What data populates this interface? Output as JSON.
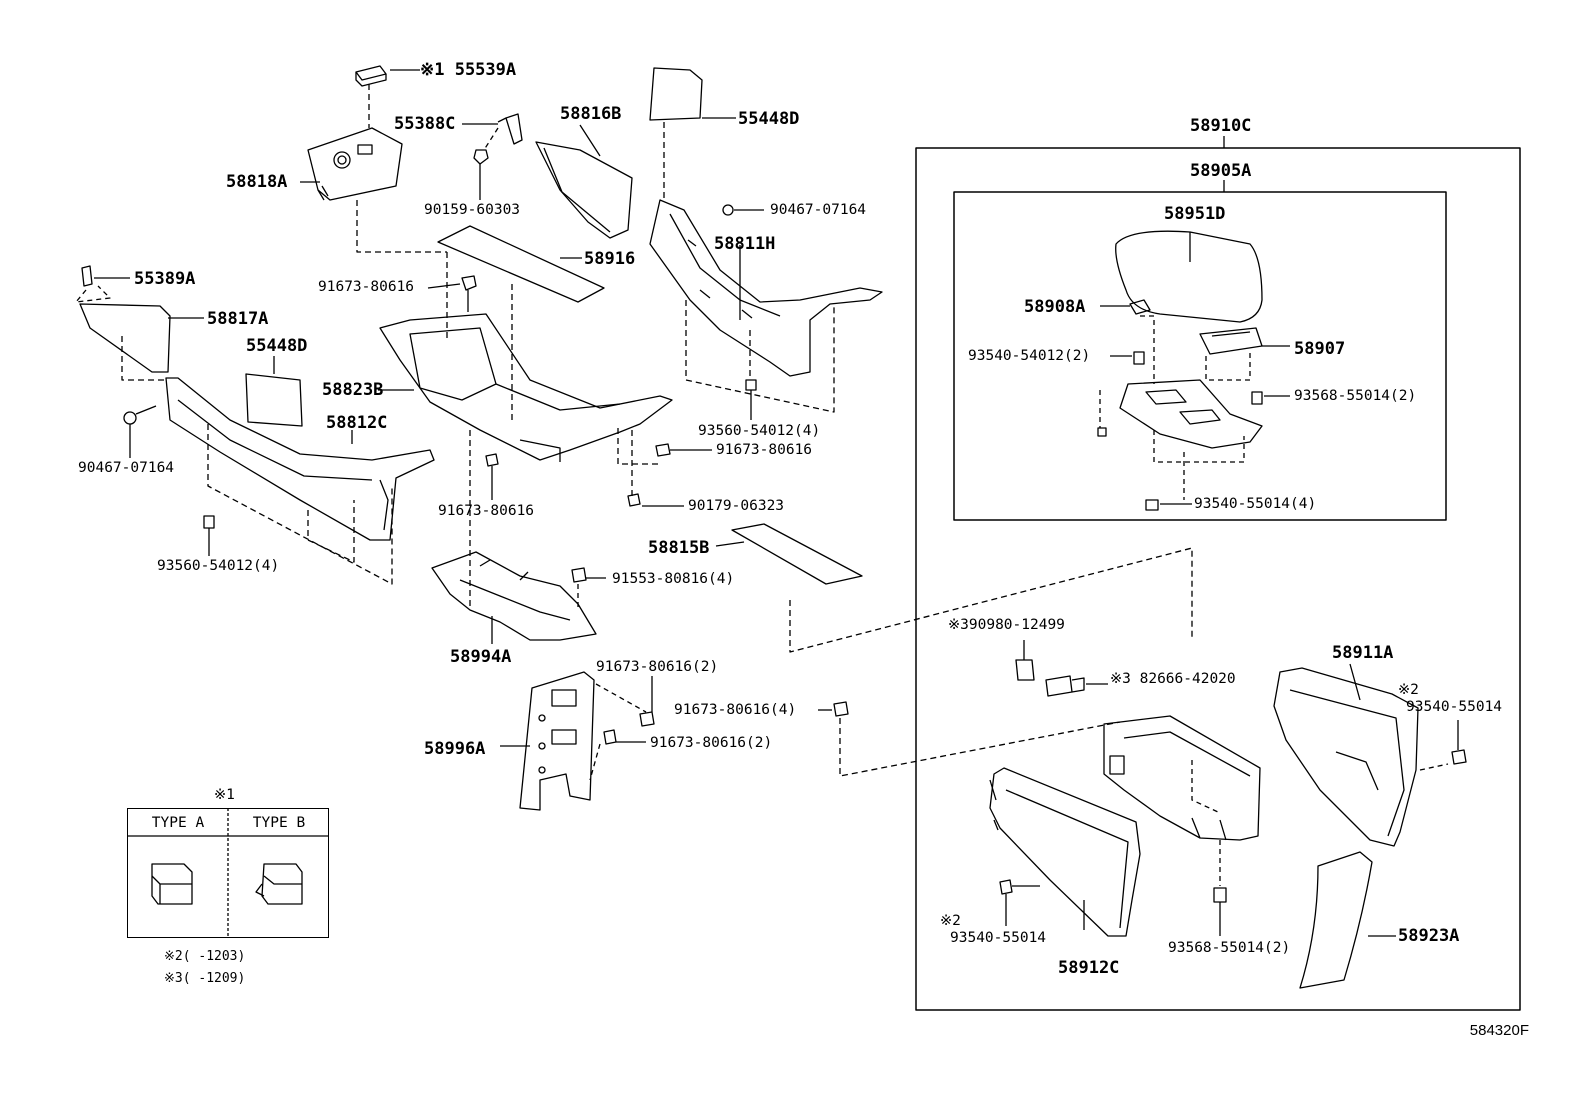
{
  "diagram_code": "584320F",
  "assembly_labels": {
    "console_box_assy": "58910C",
    "box_sub_assy": "58905A"
  },
  "part_labels": {
    "p55539A": "※1 55539A",
    "p55388C": "55388C",
    "p58816B": "58816B",
    "p55448D_top": "55448D",
    "p58818A": "58818A",
    "p90159": "90159-60303",
    "p90467_right": "90467-07164",
    "p58916": "58916",
    "p58811H": "58811H",
    "p55389A": "55389A",
    "p91673_a": "91673-80616",
    "p58817A": "58817A",
    "p55448D_left": "55448D",
    "p58823B": "58823B",
    "p58812C": "58812C",
    "p90467_left": "90467-07164",
    "p93560_right": "93560-54012(4)",
    "p91673_b": "91673-80616",
    "p91673_c": "91673-80616",
    "p90179": "90179-06323",
    "p93560_left": "93560-54012(4)",
    "p58815B": "58815B",
    "p91553": "91553-80816(4)",
    "p58994A": "58994A",
    "p91673_d": "91673-80616(2)",
    "p91673_e": "91673-80616(4)",
    "p58996A": "58996A",
    "p91673_f": "91673-80616(2)",
    "p58951D": "58951D",
    "p58908A": "58908A",
    "p93540_54012": "93540-54012(2)",
    "p58907": "58907",
    "p93568_a": "93568-55014(2)",
    "p93540_55014_4": "93540-55014(4)",
    "p90980": "※390980-12499",
    "p82666": "※3 82666-42020",
    "p58911A": "58911A",
    "p93540_r_note": "※2",
    "p93540_r": "93540-55014",
    "p93540_l_note": "※2",
    "p93540_l": "93540-55014",
    "p58912C": "58912C",
    "p93568_b": "93568-55014(2)",
    "p58923A": "58923A"
  },
  "legend": {
    "note_mark": "※1",
    "type_a": "TYPE  A",
    "type_b": "TYPE  B",
    "footnote_2": "※2(    -1203)",
    "footnote_3": "※3(    -1209)"
  }
}
